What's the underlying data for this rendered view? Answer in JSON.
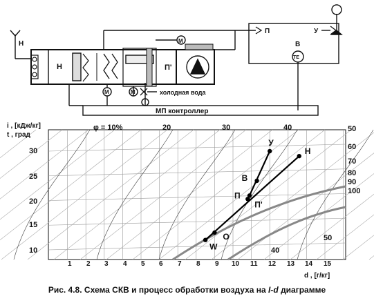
{
  "scheme": {
    "antenna_left_label": "Н",
    "unit_heater_label": "Н",
    "unit_fan_label": "П'",
    "motor_label": "М",
    "motor_top_label": "М",
    "motor_bottom_label": "М",
    "valve_motor_label": "М",
    "cold_water_label": "холодная вода",
    "supply_label": "П",
    "room_label": "В",
    "exhaust_label": "У",
    "te_label": "ТЕ",
    "controller_label": "МП контроллер"
  },
  "diagram": {
    "y_label_i": "i ,  [кДж/кг]",
    "y_label_t": "t , град",
    "phi_label": "φ = 10%",
    "d_label": "d , [г/кг]",
    "t_ticks": [
      "30",
      "25",
      "20",
      "15",
      "10"
    ],
    "d_ticks": [
      "1",
      "2",
      "3",
      "4",
      "5",
      "6",
      "7",
      "8",
      "9",
      "10",
      "11",
      "12",
      "13",
      "14",
      "15"
    ],
    "phi_ticks": [
      "20",
      "30",
      "40"
    ],
    "i_ticks": [
      "50",
      "60",
      "70",
      "80",
      "90",
      "100"
    ],
    "i_ticks_bottom": [
      "50",
      "40"
    ],
    "points": [
      {
        "name": "У",
        "d": 12.0,
        "t": 30.0
      },
      {
        "name": "Н",
        "d": 13.6,
        "t": 29.0
      },
      {
        "name": "В",
        "d": 11.3,
        "t": 24.0
      },
      {
        "name": "П",
        "d": 10.9,
        "t": 21.0
      },
      {
        "name": "П'",
        "d": 10.8,
        "t": 20.3
      },
      {
        "name": "О",
        "d": 9.0,
        "t": 13.5
      },
      {
        "name": "W",
        "d": 8.5,
        "t": 12.0
      }
    ]
  },
  "caption": {
    "text_main": "Рис. 4.8. Схема СКВ и процесс обработки воздуха на",
    "text_em": "I-d",
    "text_end": "диаграмме"
  }
}
